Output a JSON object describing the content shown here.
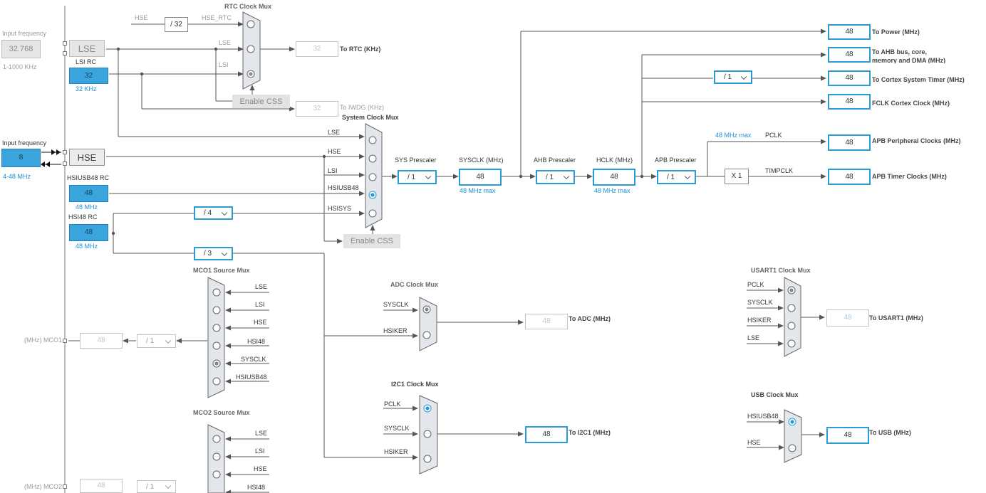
{
  "lse_block": {
    "input_label": "Input frequency",
    "input_value": "32.768",
    "range": "1-1000 KHz",
    "lse_label": "LSE",
    "lsi_rc_label": "LSI RC",
    "lsi_value": "32",
    "lsi_unit": "32 KHz"
  },
  "hse_block": {
    "input_label": "Input frequency",
    "input_value": "8",
    "range": "4-48 MHz",
    "hse_label": "HSE",
    "hsiusb48_rc_label": "HSIUSB48 RC",
    "hsiusb48_value": "48",
    "hsiusb48_unit": "48 MHz",
    "hsi48_rc_label": "HSI48 RC",
    "hsi48_value": "48",
    "hsi48_unit": "48 MHz"
  },
  "rtc": {
    "title": "RTC Clock Mux",
    "hse_label": "HSE",
    "div": "/ 32",
    "hse_rtc_label": "HSE_RTC",
    "lse_label": "LSE",
    "lsi_label": "LSI",
    "out_value": "32",
    "out_label": "To RTC (KHz)",
    "enable_css": "Enable CSS",
    "iwdg_value": "32",
    "iwdg_label": "To IWDG (KHz)"
  },
  "sysmux": {
    "title": "System Clock Mux",
    "inputs": [
      "LSE",
      "HSE",
      "LSI",
      "HSIUSB48",
      "HSISYS"
    ],
    "hsisys_div": "/ 4",
    "enable_css": "Enable CSS",
    "mco_div": "/ 3"
  },
  "sys_chain": {
    "sys_prescaler_label": "SYS Prescaler",
    "sys_prescaler": "/ 1",
    "sysclk_label": "SYSCLK (MHz)",
    "sysclk_value": "48",
    "sysclk_max": "48 MHz max",
    "ahb_prescaler_label": "AHB Prescaler",
    "ahb_prescaler": "/ 1",
    "hclk_label": "HCLK (MHz)",
    "hclk_value": "48",
    "hclk_max": "48 MHz max",
    "apb_prescaler_label": "APB Prescaler",
    "apb_prescaler": "/ 1",
    "apb_max": "48 MHz max",
    "pclk_label": "PCLK",
    "x1_label": "X 1",
    "timpclk_label": "TIMPCLK"
  },
  "outputs": {
    "power_value": "48",
    "power_label": "To Power (MHz)",
    "ahb_value": "48",
    "ahb_label_1": "To AHB bus, core,",
    "ahb_label_2": "memory and DMA (MHz)",
    "cortex_div": "/ 1",
    "cortex_value": "48",
    "cortex_label": "To Cortex System Timer (MHz)",
    "fclk_value": "48",
    "fclk_label": "FCLK Cortex Clock (MHz)",
    "apb_periph_value": "48",
    "apb_periph_label": "APB Peripheral Clocks (MHz)",
    "apb_timer_value": "48",
    "apb_timer_label": "APB Timer Clocks (MHz)"
  },
  "mco1": {
    "title": "MCO1 Source Mux",
    "inputs": [
      "LSE",
      "LSI",
      "HSE",
      "HSI48",
      "SYSCLK",
      "HSIUSB48"
    ],
    "div": "/ 1",
    "value": "48",
    "out_label": "(MHz) MCO1"
  },
  "mco2": {
    "title": "MCO2 Source Mux",
    "inputs": [
      "LSE",
      "LSI",
      "HSE",
      "HSI48"
    ],
    "div": "/ 1",
    "value": "48",
    "out_label": "(MHz) MCO2"
  },
  "adc": {
    "title": "ADC Clock Mux",
    "inputs": [
      "SYSCLK",
      "HSIKER"
    ],
    "value": "48",
    "label": "To ADC (MHz)"
  },
  "i2c1": {
    "title": "I2C1 Clock Mux",
    "inputs": [
      "PCLK",
      "SYSCLK",
      "HSIKER"
    ],
    "value": "48",
    "label": "To I2C1 (MHz)"
  },
  "usart1": {
    "title": "USART1 Clock Mux",
    "inputs": [
      "PCLK",
      "SYSCLK",
      "HSIKER",
      "LSE"
    ],
    "value": "48",
    "label": "To USART1 (MHz)"
  },
  "usb": {
    "title": "USB Clock Mux",
    "inputs": [
      "HSIUSB48",
      "HSE"
    ],
    "value": "48",
    "label": "To USB (MHz)"
  },
  "colors": {
    "accent": "#2a9ad6",
    "fill": "#3aa5dd",
    "wire": "#555555",
    "grey": "#e3e3e3"
  }
}
